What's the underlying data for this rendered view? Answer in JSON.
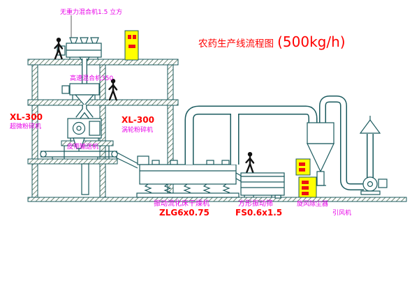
{
  "title": {
    "name": "农药生产线流程图",
    "capacity": "(500kg/h)"
  },
  "labels": {
    "gravity_mixer": "无重力混合机1.5 立方",
    "high_speed_mixer": "高速混合机350",
    "mill_left_model": "XL-300",
    "mill_left_name": "超微粉碎机",
    "mill_right_model": "XL-300",
    "mill_right_name": "涡轮粉碎机",
    "belt_conveyor": "皮带输送机",
    "fluid_bed_dryer": "振动流化床干燥机",
    "fluid_bed_dryer_model": "ZLG6x0.75",
    "square_sieve": "方形振动筛",
    "square_sieve_model": "FS0.6x1.5",
    "cyclone_collector": "旋风除尘器",
    "induced_draft_fan": "引风机"
  },
  "colors": {
    "line": "#1a5a5e",
    "label_magenta": "#e800e8",
    "label_red": "#ff0000",
    "panel_yellow": "#ffff00"
  }
}
